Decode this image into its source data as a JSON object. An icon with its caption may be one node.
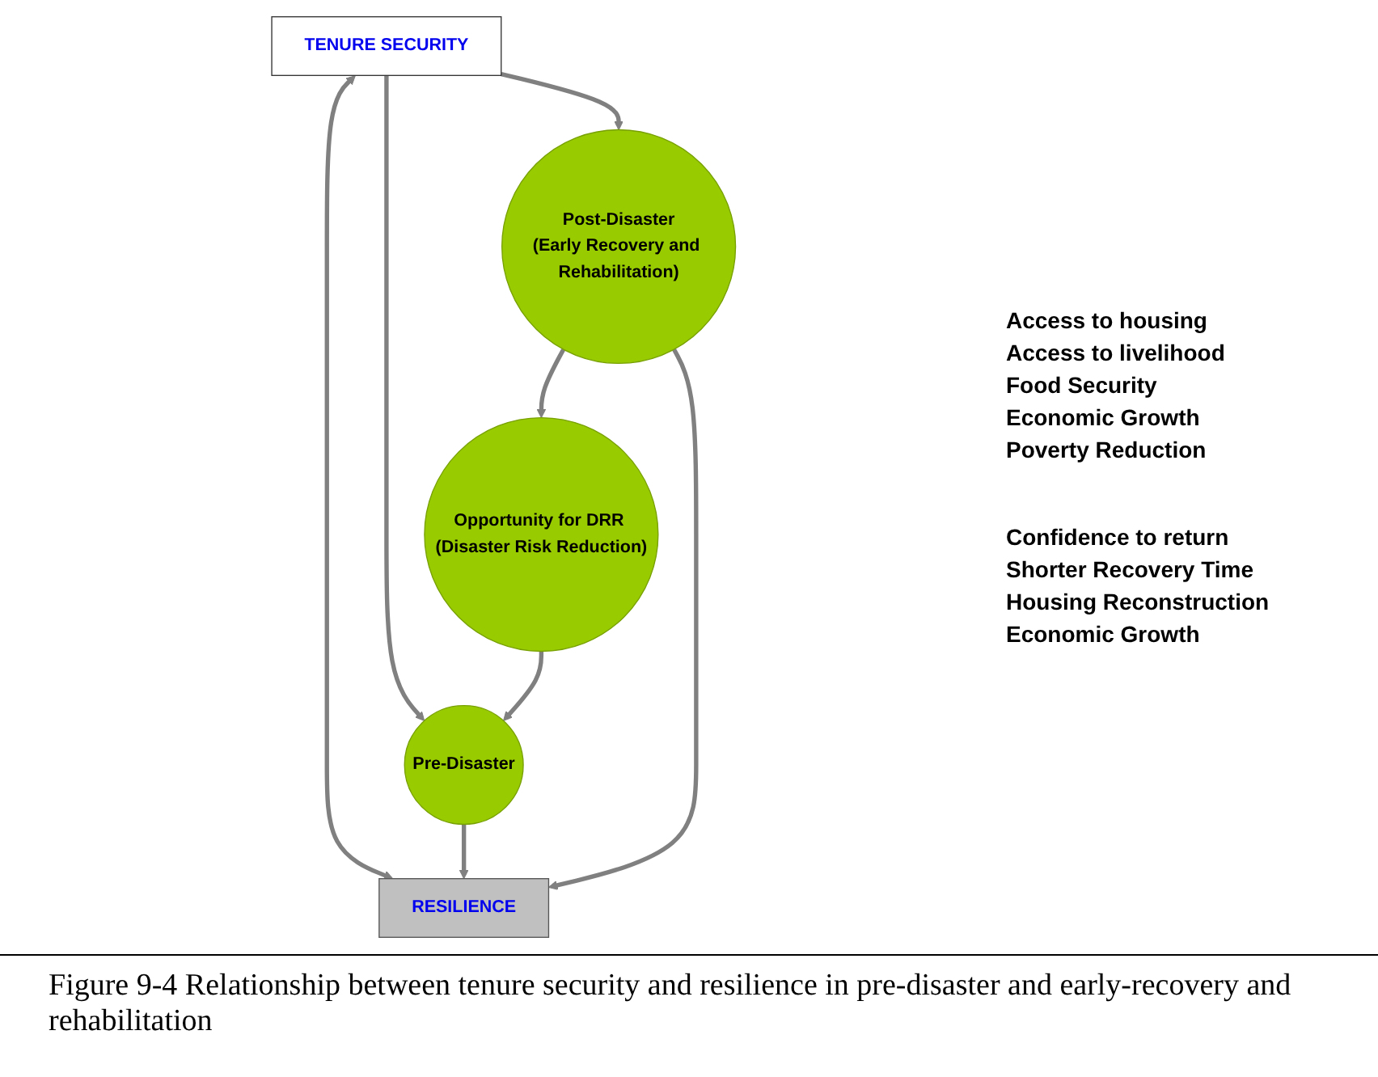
{
  "diagram": {
    "caption": "Figure 9-4 Relationship between tenure security and resilience in pre-disaster and early-recovery and rehabilitation",
    "nodes": [
      {
        "text": [
          "Pre-Disaster"
        ]
      },
      {
        "text": [
          "Opportunity for DRR (Disaster Risk Reduction)"
        ]
      },
      {
        "text": [
          "TENURE SECURITY"
        ]
      },
      {
        "text": [
          "RESILIENCE"
        ]
      },
      {
        "text": [
          "Post-Disaster",
          "(Early Recovery and Rehabilitation)"
        ]
      }
    ],
    "edges": [
      {
        "from": 2,
        "to": 0,
        "arrow": "to"
      },
      {
        "from": 2,
        "to": 4,
        "arrow": "to"
      },
      {
        "from": 2,
        "to": 3,
        "arrow": "both"
      },
      {
        "from": 0,
        "to": 3,
        "arrow": "to"
      },
      {
        "from": 4,
        "to": 3,
        "arrow": "to"
      },
      {
        "from": 4,
        "to": 1,
        "arrow": "to"
      },
      {
        "from": 1,
        "to": 0,
        "arrow": "to"
      }
    ],
    "labels": [
      "Access to housing",
      "Access to livelihood",
      "Food Security",
      "Economic Growth",
      "Poverty Reduction",
      "Confidence to return",
      "Shorter Recovery Time",
      "Housing Reconstruction",
      "Economic Growth"
    ]
  }
}
